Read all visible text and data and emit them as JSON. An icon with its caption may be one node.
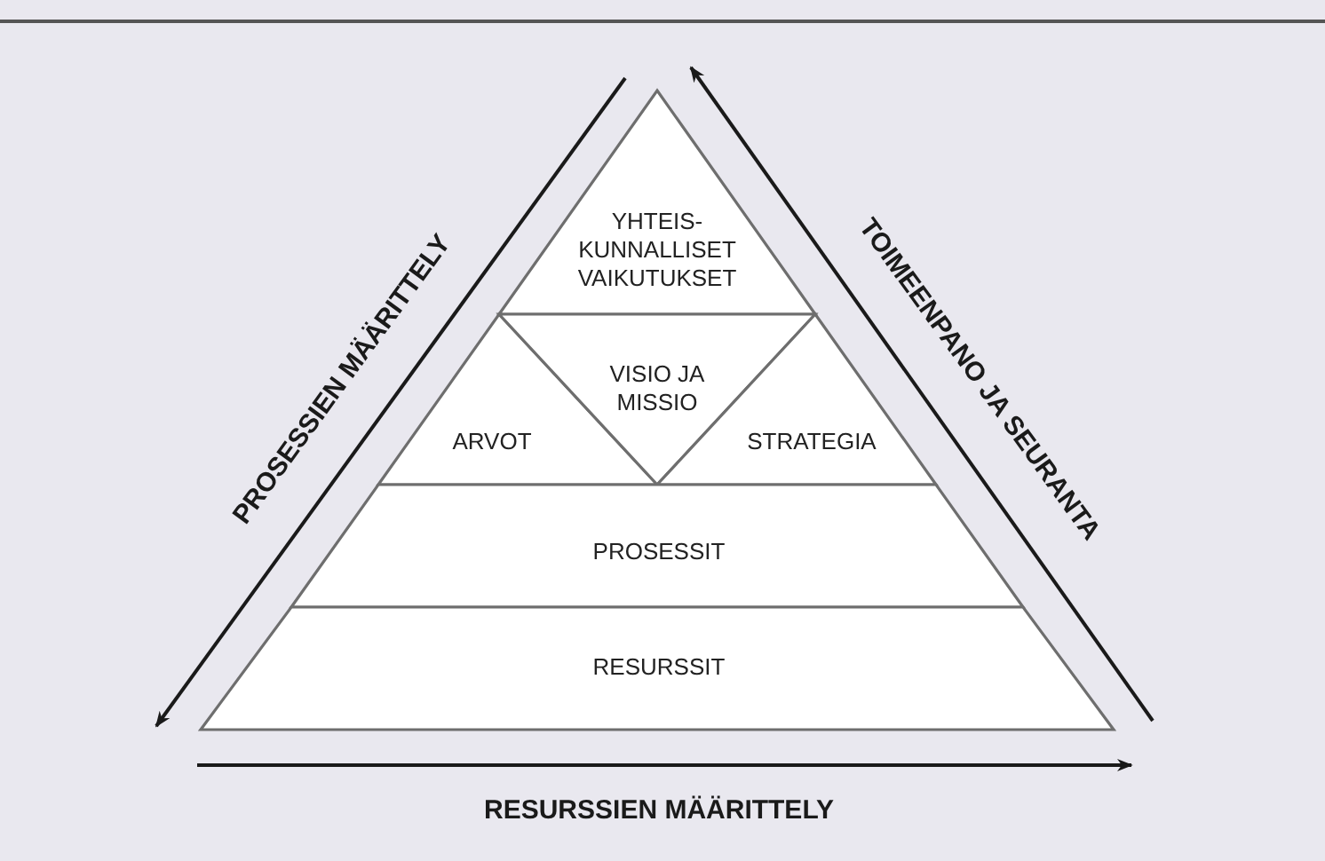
{
  "diagram": {
    "nodes": [
      {
        "text": [
          "YHTEIS- KUNNALLISET VAIKUTUKSET"
        ]
      },
      {
        "text": [
          "ARVOT"
        ]
      },
      {
        "text": [
          "VISIO JA MISSIO"
        ]
      },
      {
        "text": [
          "STRATEGIA"
        ]
      },
      {
        "text": [
          "PROSESSIT"
        ]
      },
      {
        "text": [
          "RESURSSIT"
        ]
      }
    ],
    "labels": [
      "PROSESSIEN MÄÄRITTELY",
      "TOIMEENPANO JA SEURANTA",
      "RESURSSIEN MÄÄRITTELY"
    ]
  }
}
